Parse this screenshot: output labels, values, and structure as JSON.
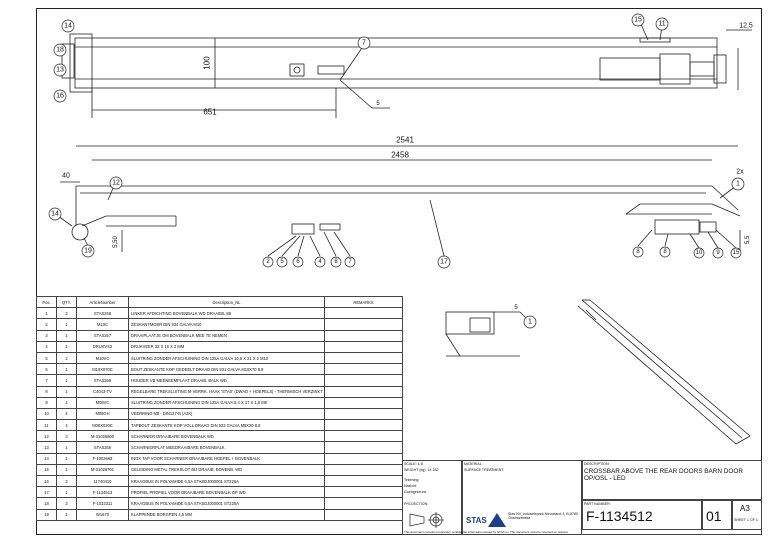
{
  "drawing": {
    "views": {
      "top": {
        "dim_height": "100",
        "dim_offset": "651",
        "dim_tab": "12,5",
        "weld_note": "5",
        "balloons": [
          "14",
          "18",
          "13",
          "16",
          "7",
          "15",
          "11"
        ]
      },
      "side": {
        "dim_overall": "2541",
        "dim_inner": "2458",
        "dim_end": "40",
        "dim_height": "5,50",
        "dim_right": "5,5",
        "multiplier": "2x",
        "balloons": [
          "12",
          "1",
          "14",
          "19",
          "2",
          "5",
          "6",
          "4",
          "8",
          "7",
          "17",
          "8",
          "8",
          "10",
          "9",
          "15"
        ]
      },
      "detail": {
        "weld_note": "5",
        "balloons": [
          "1"
        ]
      }
    }
  },
  "bom": {
    "headers": [
      "Pos.",
      "QTY.",
      "ArticleNumber",
      "Description_NL",
      "REMARKS"
    ],
    "rows": [
      [
        "1",
        "2",
        "STAS268",
        "LINKER AFDICHTING BOVENBALK WD DRAAIBIL 88",
        ""
      ],
      [
        "2",
        "1",
        "M10C",
        "ZESKANTMOER DIN 934 GALVA M10",
        ""
      ],
      [
        "3",
        "1",
        "STAS267",
        "DRAAIPLAATJE OM BOVENBALK MEE TE NEMEN",
        ""
      ],
      [
        "4",
        "1",
        "DRUKVS2",
        "DRUKVEER 32 X 16 X 2 MM",
        ""
      ],
      [
        "5",
        "2",
        "M10VC",
        "SLUITRING ZONDER AFSCHUINING DIN 125A GALVA 10,5 X 21 X 2 M10",
        ""
      ],
      [
        "6",
        "1",
        "M10X070C",
        "BOUT ZESKANTE KOP GEDEELT DRAAD DIN 931 GALVA M10X70 8.8",
        ""
      ],
      [
        "7",
        "1",
        "STAS269",
        "HOUDER VB MEENEEMPLAAT DRAAIB. BALK WD",
        ""
      ],
      [
        "8",
        "1",
        "C4043-TV",
        "REGELBARE TREKSLUITING M VERRK. HAAK 'STAS' (DWAD + HOEPELS) - THERMISCH VERZINKT",
        ""
      ],
      [
        "9",
        "4",
        "M08VC",
        "SLUITRING ZONDER AFSCHUINING DIN 125A GALVA 8,4 X 17 X 1,5 M8",
        ""
      ],
      [
        "10",
        "4",
        "M08GH",
        "VEERRING M8 - DIN127-B (A2K)",
        ""
      ],
      [
        "11",
        "4",
        "M08X020C",
        "TAPBOUT ZESKANTE KOP VOLL DRAAD DIN 933 GALVA M8X20 8.8",
        ""
      ],
      [
        "12",
        "2",
        "M-31026600",
        "SCHARNIER DRAAIBARE BOVENBALK WD",
        ""
      ],
      [
        "13",
        "1",
        "STAS266",
        "SCHARNIERPLAT MEEDRAAIBARE BOVENBALK",
        ""
      ],
      [
        "14",
        "1",
        "F-1003663",
        "INOX TAP VOOR SCHARNIER DRAAIBARE HOEPEL + BOVENBALK",
        ""
      ],
      [
        "15",
        "1",
        "M-31026701",
        "GELEIDING METAL TREKSLOT BIJ DRAAIB. BOVENB. WD",
        ""
      ],
      [
        "16",
        "2",
        "11740410",
        "KRAAGBUS IN POLYAMIDE 6,5A STASDJ000001 ST226A",
        ""
      ],
      [
        "17",
        "1",
        "F-1134513",
        "PROFIEL PROFIEL VOOR DRAAIBARE BOVENBALK OP WD",
        ""
      ],
      [
        "18",
        "2",
        "F-1032311",
        "KRAAGBUS IN POLYAMIDE 6,5A STASDJ000001 ST226A",
        ""
      ],
      [
        "19",
        "1",
        "W1670",
        "KLAPPENDE BORGPEN 4,5 MM",
        ""
      ]
    ]
  },
  "titleblock": {
    "scale_label": "SCALE: 1:5",
    "weight_label": "WEIGHT (kg): 14.182",
    "material_label": "MATERIAL:",
    "surface_label": "SURFACE TREATMENT:",
    "drawn_label": "Tekening:",
    "checked_label": "Nazicht:",
    "approved_label": "Goedgekeurd:",
    "projection_label": "PROJECTION:",
    "description_label": "DESCRIPTION:",
    "description": "CROSSBAR ABOVE THE REAR DOORS BARN DOOR OP/OSL - LED",
    "company_logo": "STAS",
    "company_address": "Stas NV, Industriepark Nieuwland 3, B-8780 Oostrozebeke",
    "part_number_label": "PART NUMBER:",
    "part_number": "F-1134512",
    "revision": "01",
    "sheet_size": "A3",
    "sheet_label": "SHEET 1 OF 1",
    "footer": "This document contains proprietary confidential information owned by STAS nv. The document must be returned on request."
  }
}
